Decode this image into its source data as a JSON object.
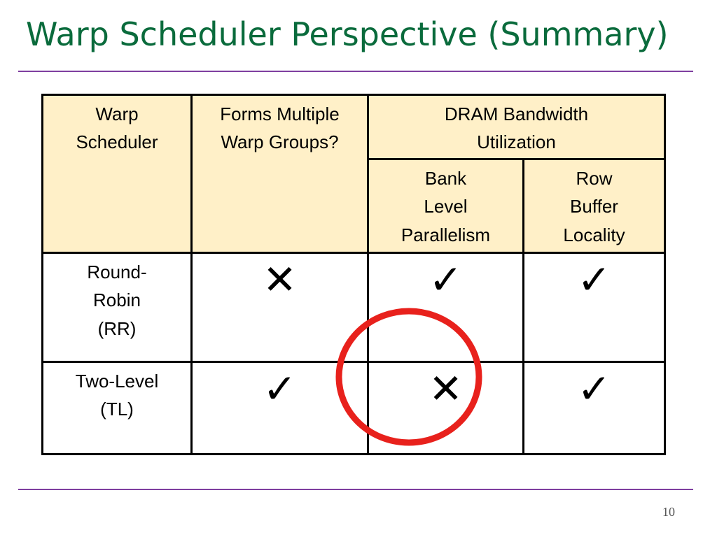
{
  "slide": {
    "title": "Warp Scheduler Perspective (Summary)",
    "page_number": "10"
  },
  "colors": {
    "title": "#0a6b3c",
    "rule": "#7f3fa0",
    "header_fill": "#fff0c8",
    "highlight_circle": "#e8211c"
  },
  "table": {
    "headers": {
      "warp_scheduler": "Warp\nScheduler",
      "forms_groups": "Forms Multiple\nWarp Groups?",
      "dram_bw": "DRAM Bandwidth\nUtilization",
      "blp": "Bank\nLevel\nParallelism",
      "rbl": "Row\nBuffer\nLocality"
    },
    "rows": [
      {
        "name": "Round-\nRobin\n(RR)",
        "forms_groups": "✕",
        "blp": "✓",
        "rbl": "✓"
      },
      {
        "name": "Two-Level\n(TL)",
        "forms_groups": "✓",
        "blp": "✕",
        "rbl": "✓"
      }
    ]
  },
  "annotation": {
    "highlight": "red circle around Two-Level (TL) bank level parallelism cell"
  }
}
